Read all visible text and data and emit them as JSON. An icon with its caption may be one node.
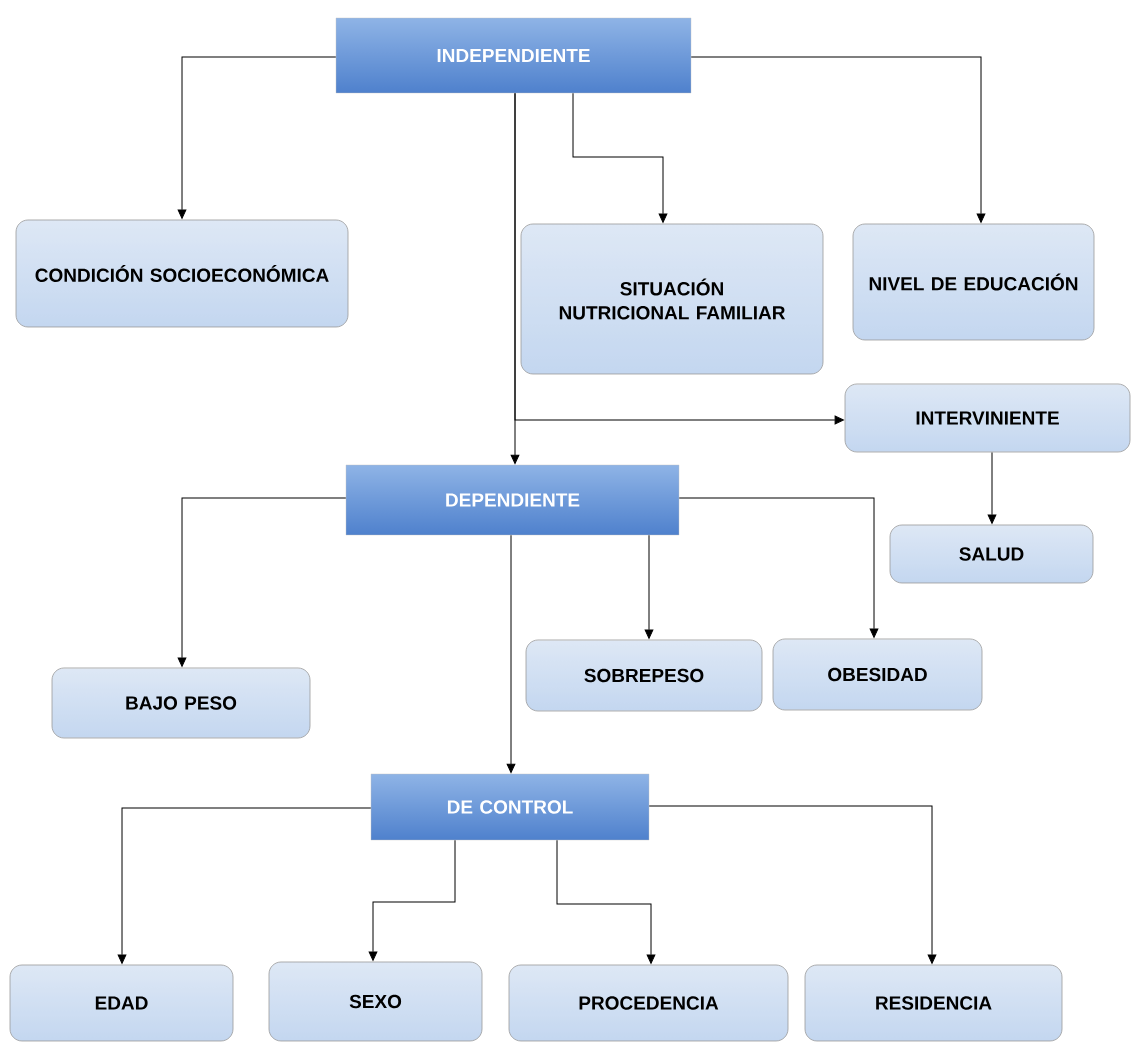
{
  "diagram": {
    "nodes": [
      {
        "text": [
          "INDEPENDIENTE"
        ]
      },
      {
        "text": [
          "CONDICIÓN SOCIOECONÓMICA"
        ]
      },
      {
        "text": [
          "SITUACIÓN NUTRICIONAL FAMILIAR"
        ]
      },
      {
        "text": [
          "NIVEL DE EDUCACIÓN"
        ]
      },
      {
        "text": [
          "INTERVINIENTE"
        ]
      },
      {
        "text": [
          "SALUD"
        ]
      },
      {
        "text": [
          "DEPENDIENTE"
        ]
      },
      {
        "text": [
          "BAJO PESO"
        ]
      },
      {
        "text": [
          "SOBREPESO"
        ]
      },
      {
        "text": [
          "OBESIDAD"
        ]
      },
      {
        "text": [
          "DE CONTROL"
        ]
      },
      {
        "text": [
          "EDAD"
        ]
      },
      {
        "text": [
          "SEXO"
        ]
      },
      {
        "text": [
          "PROCEDENCIA"
        ]
      },
      {
        "text": [
          "RESIDENCIA"
        ]
      }
    ],
    "edges": [
      {
        "from": 0,
        "to": 1,
        "arrow": "to"
      },
      {
        "from": 0,
        "to": 2,
        "arrow": "to"
      },
      {
        "from": 0,
        "to": 3,
        "arrow": "to"
      },
      {
        "from": 0,
        "to": 6,
        "arrow": "to"
      },
      {
        "from": 0,
        "to": 4,
        "arrow": "to"
      },
      {
        "from": 4,
        "to": 5,
        "arrow": "to"
      },
      {
        "from": 6,
        "to": 7,
        "arrow": "to"
      },
      {
        "from": 6,
        "to": 8,
        "arrow": "to"
      },
      {
        "from": 6,
        "to": 9,
        "arrow": "to"
      },
      {
        "from": 6,
        "to": 10,
        "arrow": "to"
      },
      {
        "from": 10,
        "to": 11,
        "arrow": "to"
      },
      {
        "from": 10,
        "to": 12,
        "arrow": "to"
      },
      {
        "from": 10,
        "to": 13,
        "arrow": "to"
      },
      {
        "from": 10,
        "to": 14,
        "arrow": "to"
      }
    ]
  }
}
